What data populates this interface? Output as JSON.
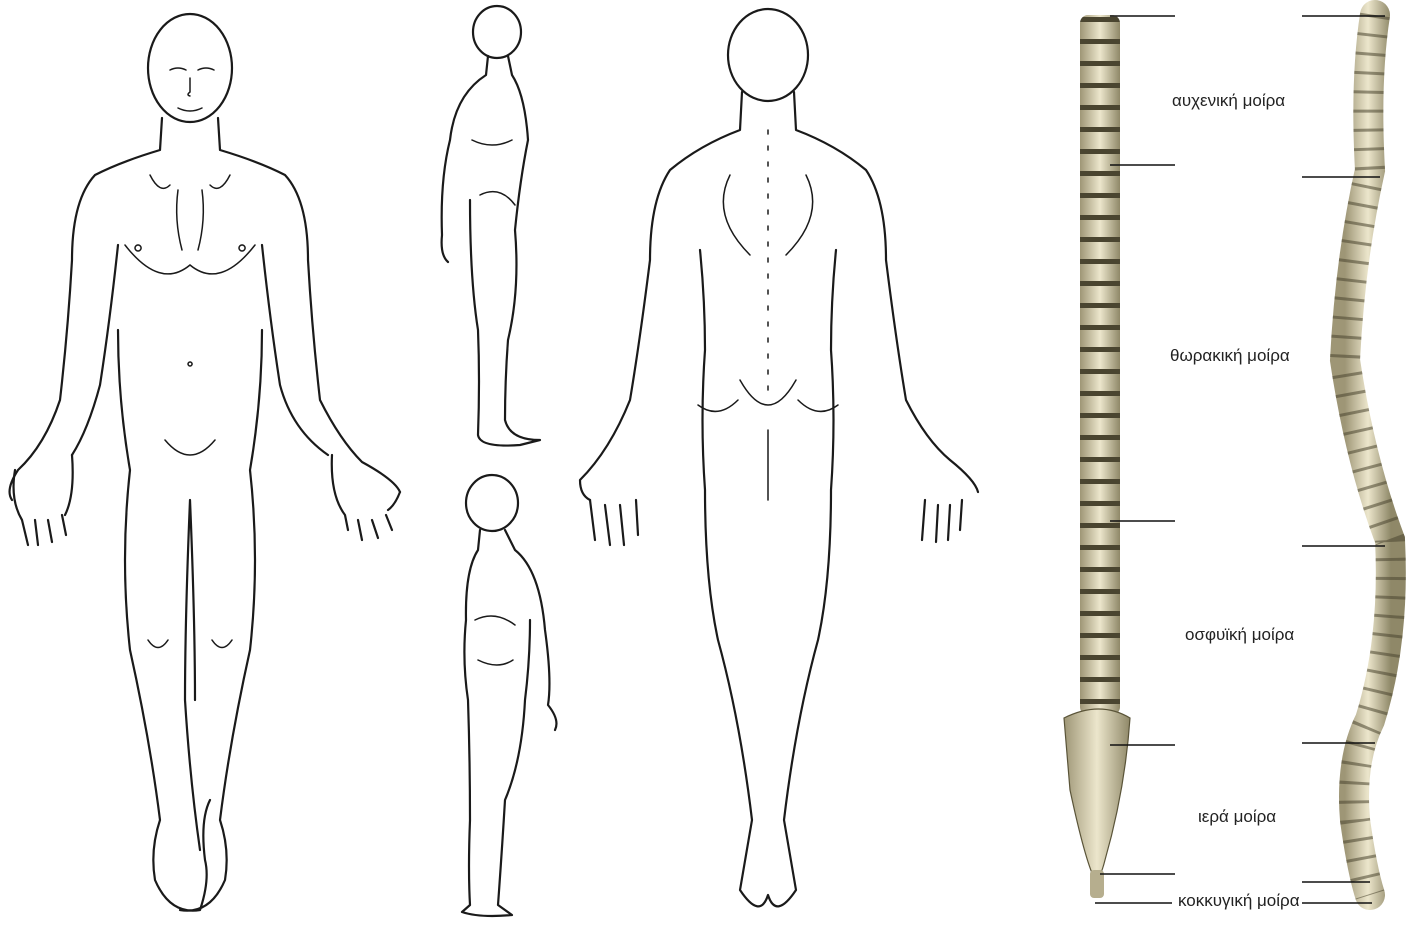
{
  "figure": {
    "spine_labels": {
      "cervical": "αυχενική μοίρα",
      "thoracic": "θωρακική μοίρα",
      "lumbar": "οσφυϊκή μοίρα",
      "sacral": "ιερά μοίρα",
      "coccygeal": "κοκκυγική μοίρα"
    },
    "colors": {
      "outline": "#1a1a1a",
      "bone": "#e9e2c6",
      "bone_shadow": "#a79f7e",
      "background": "#ffffff"
    }
  }
}
